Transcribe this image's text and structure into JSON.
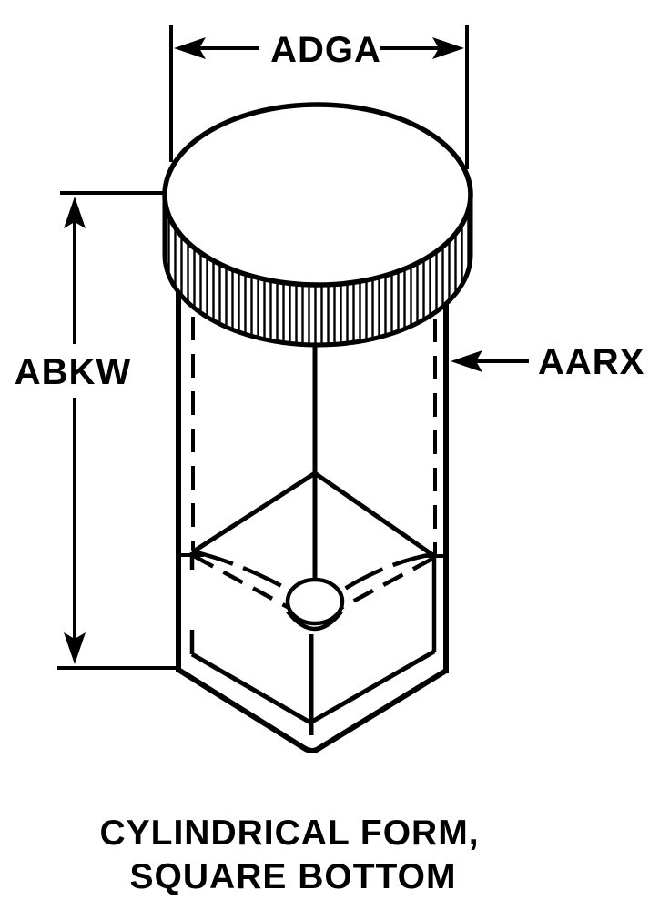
{
  "drawing": {
    "labels": {
      "top_width": "ADGA",
      "height": "ABKW",
      "side_wall": "AARX"
    },
    "caption": {
      "line1": "CYLINDRICAL FORM,",
      "line2": "SQUARE BOTTOM"
    },
    "colors": {
      "ink": "#000000",
      "paper": "#ffffff"
    }
  }
}
